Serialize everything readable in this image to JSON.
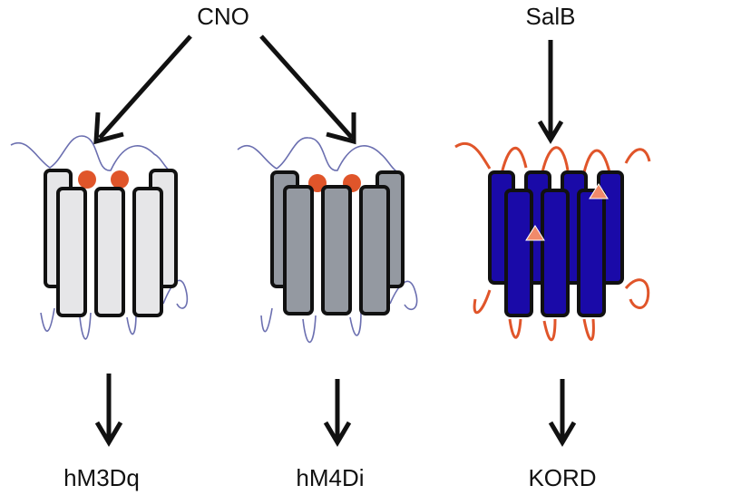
{
  "ligands": {
    "cno": "CNO",
    "salb": "SalB"
  },
  "receptors": [
    {
      "name": "hM3Dq",
      "fill": "#e6e6e8",
      "loop": "#6b6fb0",
      "ligand_marker": "circle"
    },
    {
      "name": "hM4Di",
      "fill": "#9499a1",
      "loop": "#6b6fb0",
      "ligand_marker": "circle"
    },
    {
      "name": "KORD",
      "fill": "#1a0aa8",
      "loop": "#e0552a",
      "ligand_marker": "triangle"
    }
  ],
  "colors": {
    "arrow": "#111111",
    "outline": "#111111",
    "ligand_dot": "#e0552a",
    "ligand_triangle": "#f08a6a"
  }
}
